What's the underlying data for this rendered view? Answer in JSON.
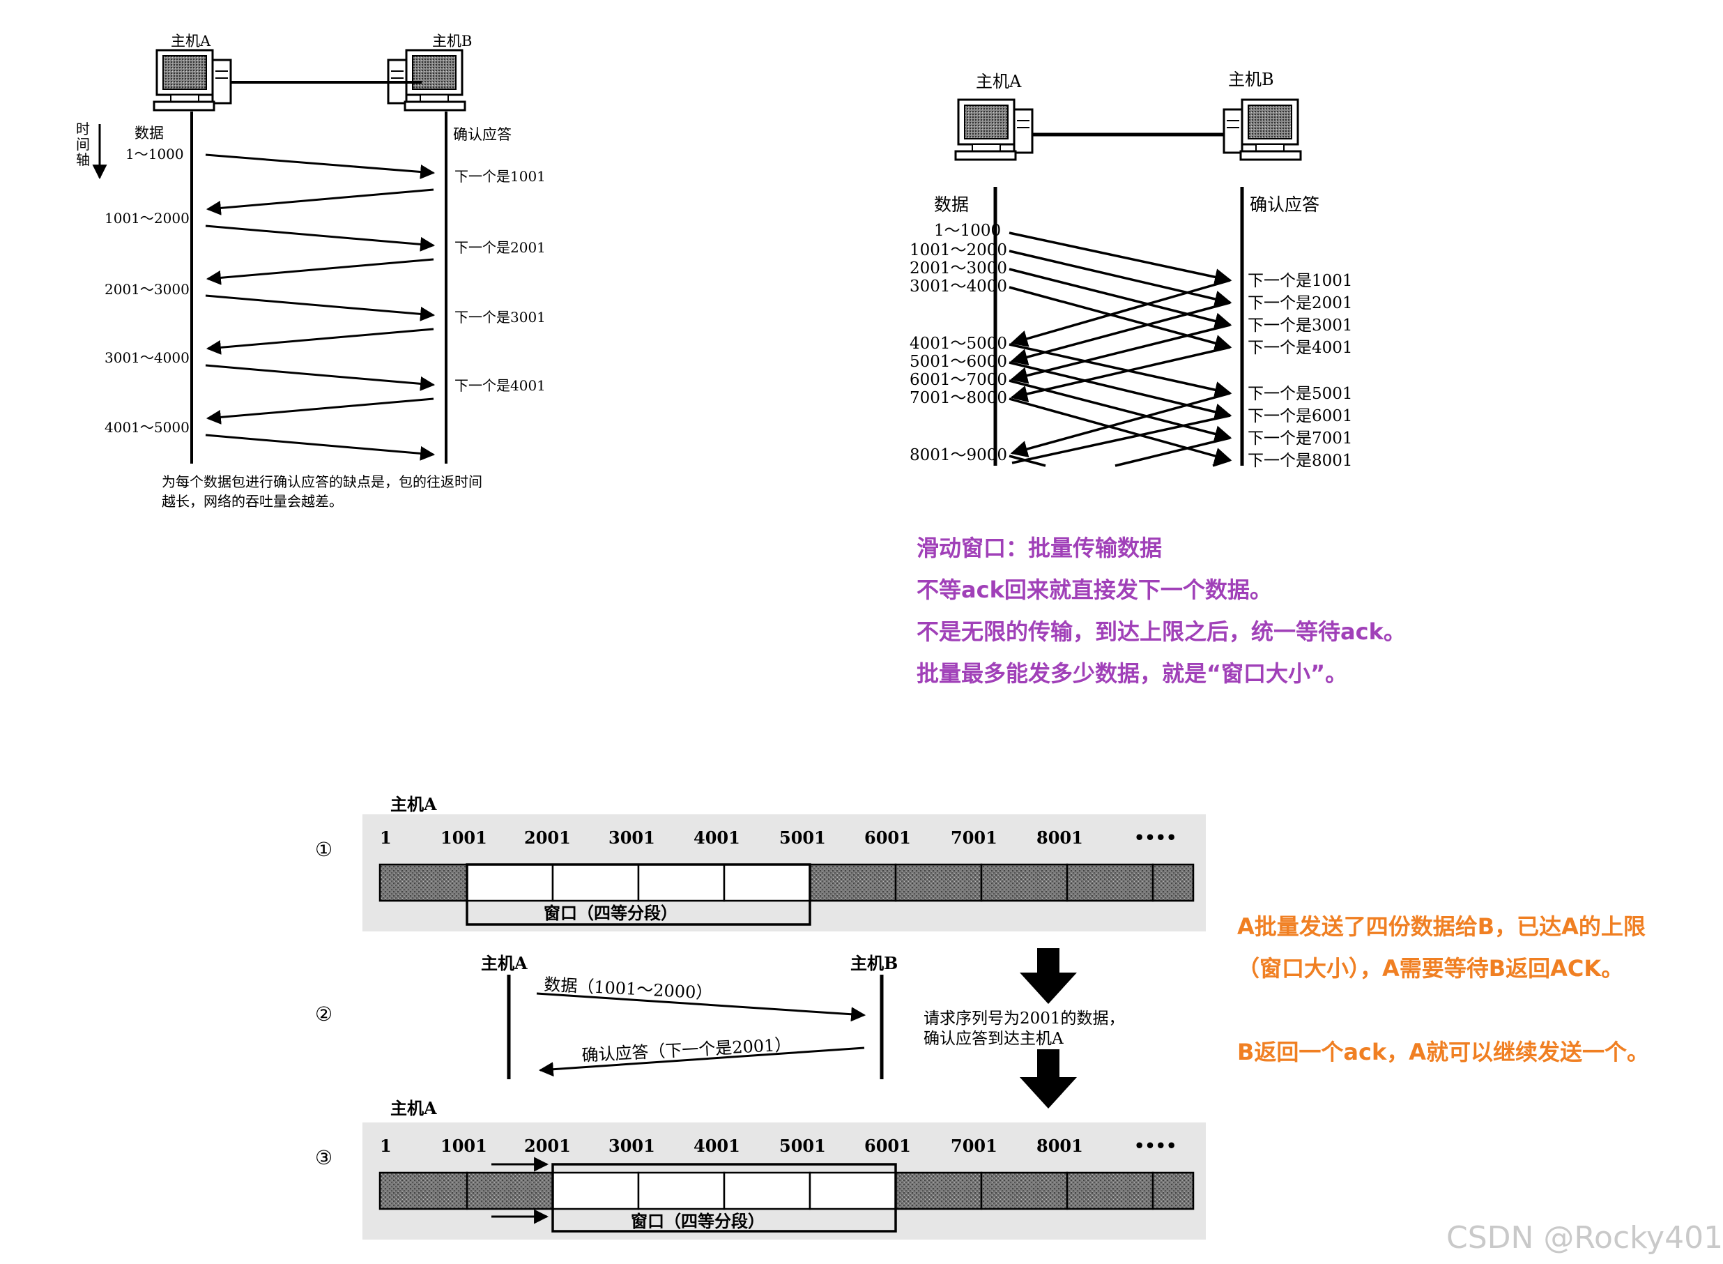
{
  "stop_and_wait": {
    "host_a": "主机A",
    "host_b": "主机B",
    "time_axis": [
      "时",
      "间",
      "轴"
    ],
    "data_heading": "数据",
    "ack_heading": "确认应答",
    "data_labels": [
      "1～1000",
      "1001～2000",
      "2001～3000",
      "3001～4000",
      "4001～5000"
    ],
    "ack_labels": [
      "下一个是1001",
      "下一个是2001",
      "下一个是3001",
      "下一个是4001"
    ],
    "caption_line1": "为每个数据包进行确认应答的缺点是，包的往返时间",
    "caption_line2": "越长，网络的吞吐量会越差。"
  },
  "sliding": {
    "host_a": "主机A",
    "host_b": "主机B",
    "data_heading": "数据",
    "ack_heading": "确认应答",
    "data_labels": [
      "1～1000",
      "1001～2000",
      "2001～3000",
      "3001～4000",
      "4001～5000",
      "5001～6000",
      "6001～7000",
      "7001～8000",
      "8001～9000"
    ],
    "ack_labels": [
      "下一个是1001",
      "下一个是2001",
      "下一个是3001",
      "下一个是4001",
      "下一个是5001",
      "下一个是6001",
      "下一个是7001",
      "下一个是8001"
    ]
  },
  "purple_notes": {
    "color": "#a040b8",
    "lines": [
      "滑动窗口：批量传输数据",
      "不等ack回来就直接发下一个数据。",
      "不是无限的传输，到达上限之后，统一等待ack。",
      "批量最多能发多少数据，就是“窗口大小”。"
    ]
  },
  "window_diagram": {
    "step1": {
      "marker": "①",
      "host": "主机A",
      "ticks": [
        "1",
        "1001",
        "2001",
        "3001",
        "4001",
        "5001",
        "6001",
        "7001",
        "8001",
        "••••"
      ],
      "window_label": "窗口（四等分段）"
    },
    "step2": {
      "marker": "②",
      "host_a": "主机A",
      "host_b": "主机B",
      "data_label": "数据（1001～2000）",
      "ack_label": "确认应答（下一个是2001）",
      "note_line1": "请求序列号为2001的数据，",
      "note_line2": "确认应答到达主机A"
    },
    "step3": {
      "marker": "③",
      "host": "主机A",
      "ticks": [
        "1",
        "1001",
        "2001",
        "3001",
        "4001",
        "5001",
        "6001",
        "7001",
        "8001",
        "••••"
      ],
      "window_label": "窗口（四等分段）"
    }
  },
  "orange_notes": {
    "color": "#f07f22",
    "lines": [
      "A批量发送了四份数据给B，已达A的上限",
      "（窗口大小），A需要等待B返回ACK。",
      "B返回一个ack，A就可以继续发送一个。"
    ]
  },
  "watermark": "CSDN @Rocky401"
}
